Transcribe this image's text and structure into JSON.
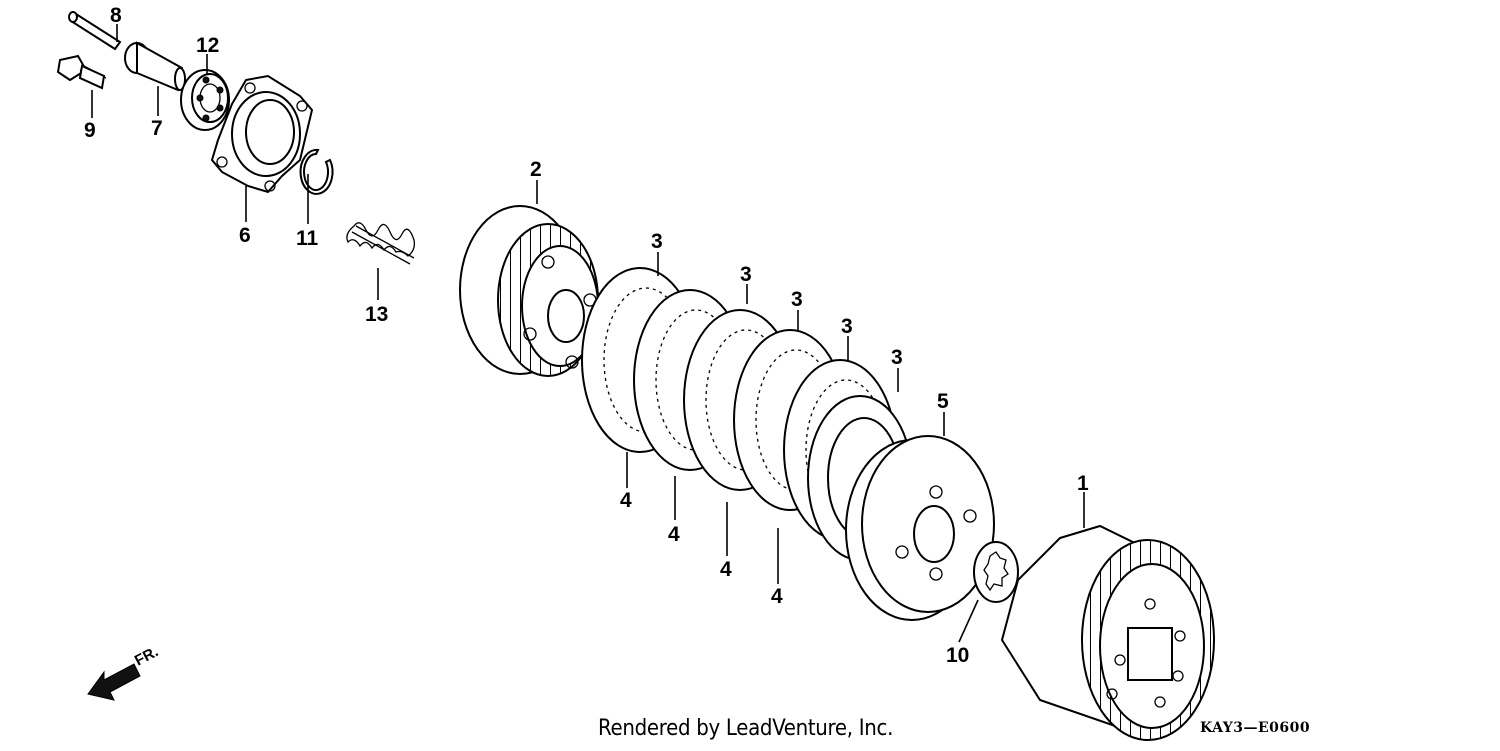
{
  "callouts": [
    "8",
    "12",
    "9",
    "7",
    "6",
    "11",
    "13",
    "2",
    "3",
    "3",
    "3",
    "3",
    "3",
    "4",
    "4",
    "4",
    "4",
    "5",
    "1",
    "10"
  ],
  "direction_label": "FR.",
  "footer_text": "Rendered by LeadVenture, Inc.",
  "diagram_code": "KAY3—E0600"
}
